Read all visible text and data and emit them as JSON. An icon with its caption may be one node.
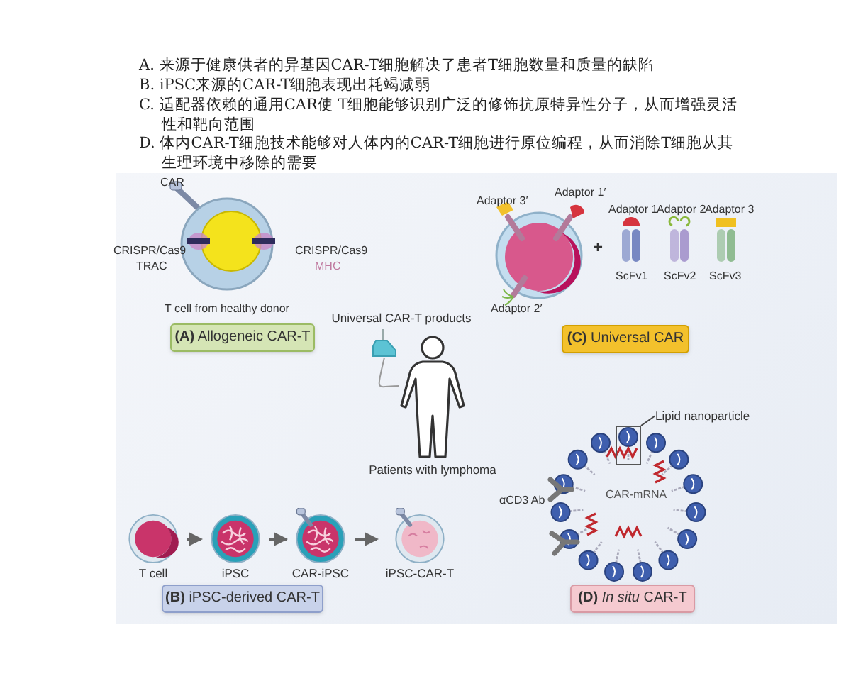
{
  "diagram": {
    "nodes": [
      {
        "text": [
          "**(A)** Allogeneic CAR-T"
        ]
      },
      {
        "text": [
          "**(B)** iPSC-derived CAR-T"
        ]
      },
      {
        "text": [
          "**(C)** Universal CAR"
        ]
      },
      {
        "text": [
          "**(D)** *In situ* CAR-T"
        ]
      },
      {
        "text": [
          "T cell"
        ]
      },
      {
        "text": [
          "iPSC"
        ]
      },
      {
        "text": [
          "CAR-iPSC"
        ]
      },
      {
        "text": [
          "iPSC-CAR-T"
        ]
      },
      {
        "text": [],
        "shape": "person",
        "beside": [
          "Patients with lymphoma"
        ]
      },
      {
        "text": [],
        "shape": "bag",
        "beside": [
          "Universal CAR-T products"
        ]
      },
      {
        "text": [
          "Lipid nanoparticle"
        ]
      },
      {
        "text": [],
        "shape": "box"
      }
    ],
    "edges": [
      {
        "from": 4,
        "to": 5,
        "arrow": "to"
      },
      {
        "from": 5,
        "to": 6,
        "arrow": "to"
      },
      {
        "from": 6,
        "to": 7,
        "arrow": "to"
      },
      {
        "from": 9,
        "to": 8,
        "arrow": "none"
      },
      {
        "from": 10,
        "to": 11,
        "arrow": "none"
      }
    ],
    "labels": [
      "A. 来源于健康供者的异基因CAR-T细胞解决了患者T细胞数量和质量的缺陷",
      "B. iPSC来源的CAR-T细胞表现出耗竭减弱",
      "C. 适配器依赖的通用CAR使 T细胞能够识别广泛的修饰抗原特异性分子，从而增强灵活性和靶向范围",
      "D. 体内CAR-T细胞技术能够对人体内的CAR-T细胞进行原位编程，从而消除T细胞从其生理环境中移除的需要",
      "CAR",
      "CRISPR/Cas9",
      "TRAC",
      "CRISPR/Cas9",
      "MHC",
      "T cell from healthy donor",
      "Adaptor 3′",
      "Adaptor 1′",
      "Adaptor 2′",
      "+",
      "Adaptor 1",
      "Adaptor 2",
      "Adaptor 3",
      "ScFv1",
      "ScFv2",
      "ScFv3",
      "αCD3 Ab",
      "CAR-mRNA"
    ]
  }
}
